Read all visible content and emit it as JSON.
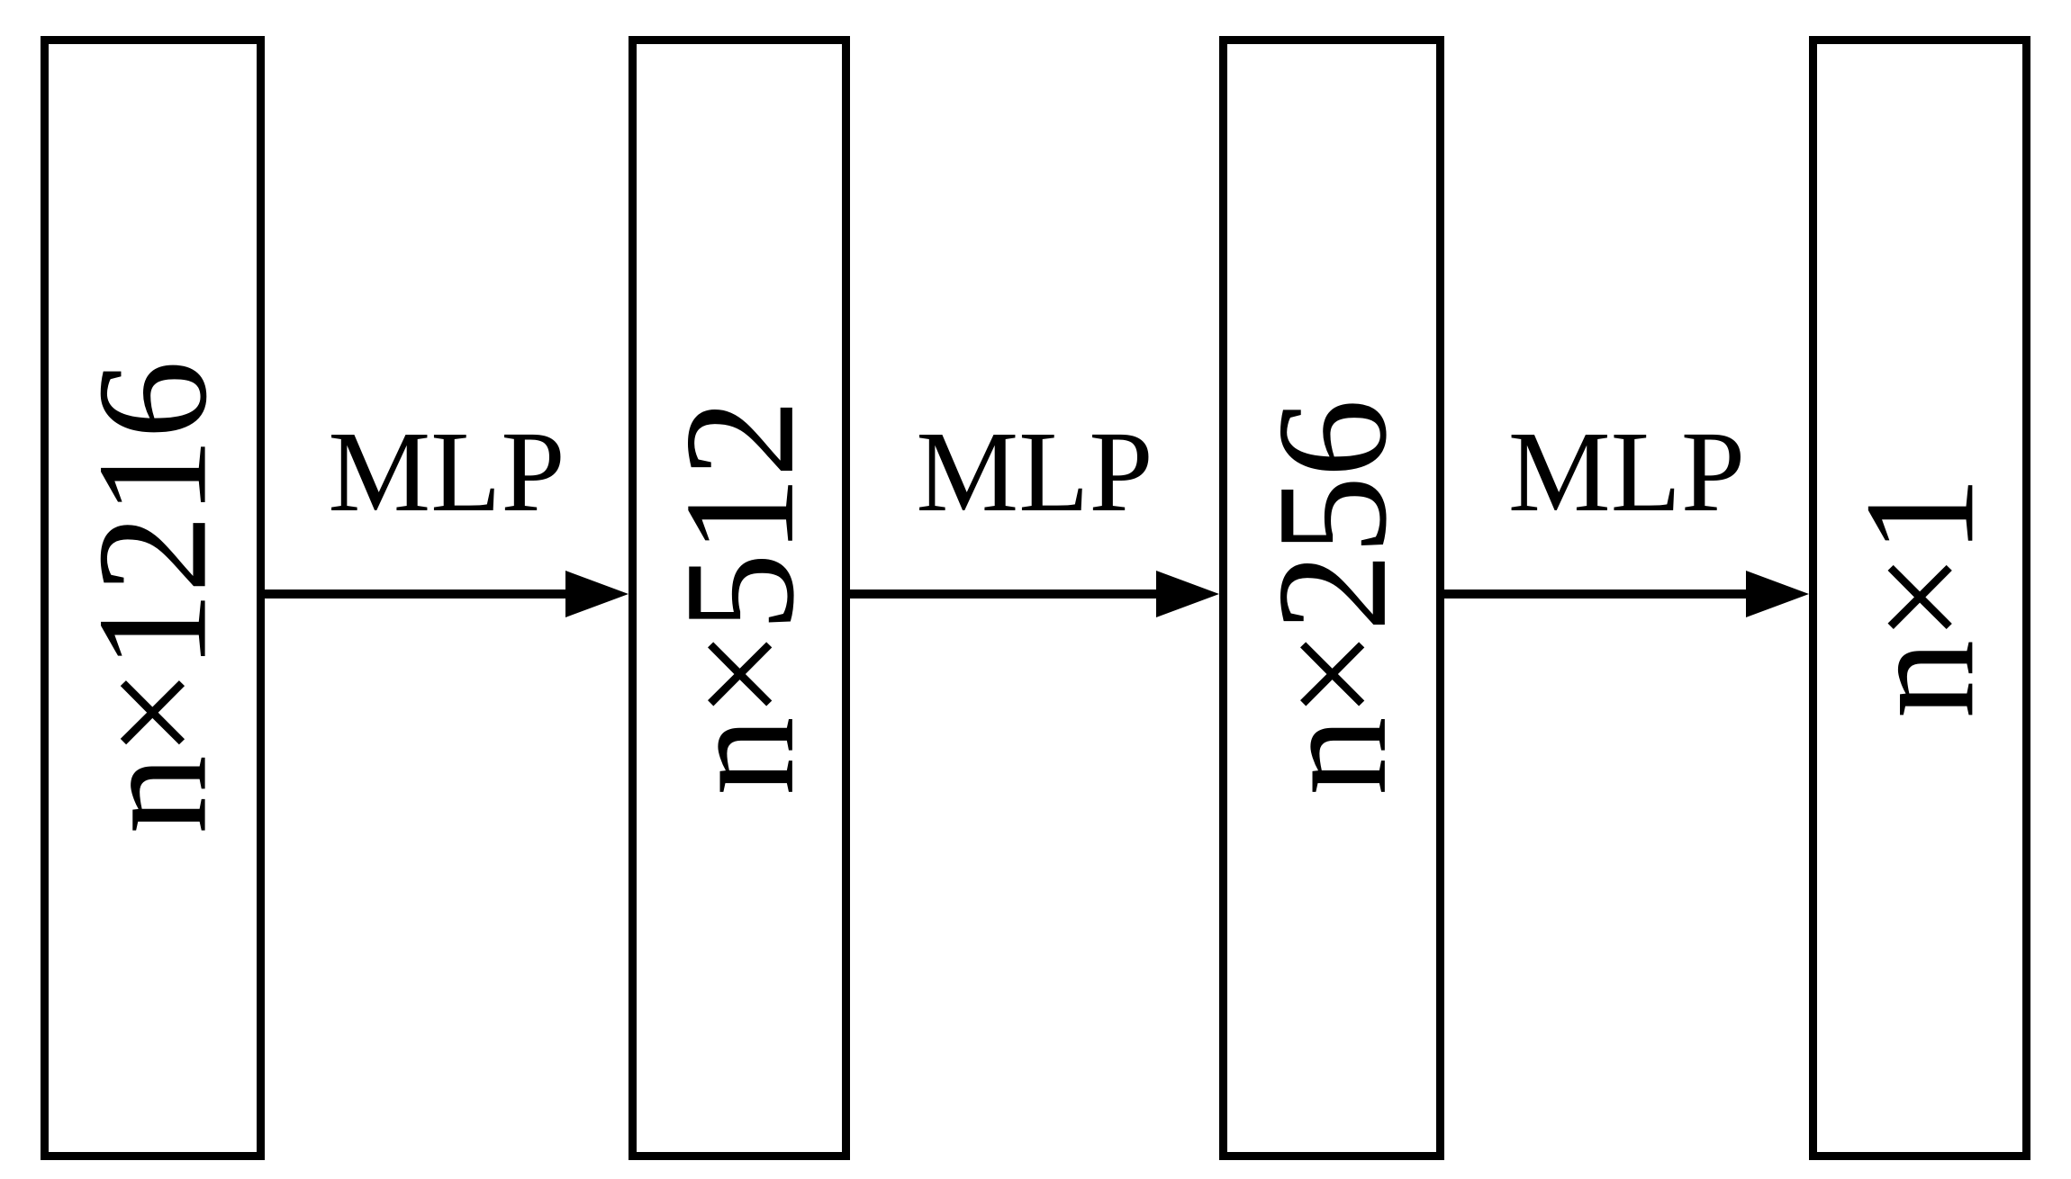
{
  "diagram": {
    "type": "flow-diagram",
    "background_color": "#ffffff",
    "stroke_color": "#000000",
    "boxes": [
      {
        "label": "n×1216"
      },
      {
        "label": "n×512"
      },
      {
        "label": "n×256"
      },
      {
        "label": "n×1"
      }
    ],
    "arrows": [
      {
        "label": "MLP"
      },
      {
        "label": "MLP"
      },
      {
        "label": "MLP"
      }
    ]
  }
}
